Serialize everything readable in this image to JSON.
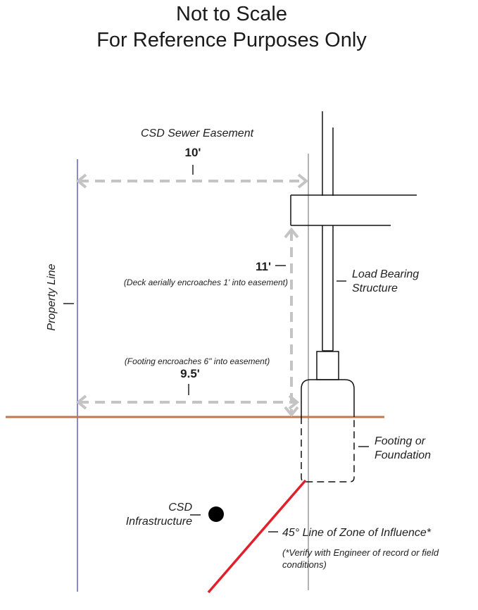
{
  "title": {
    "line1": "Not to Scale",
    "line2": "For Reference Purposes Only"
  },
  "labels": {
    "easement": "CSD Sewer Easement",
    "dim_top": "10'",
    "dim_vertical": "11'",
    "deck_note": "(Deck aerially encroaches 1' into easement)",
    "footing_note": "(Footing encroaches 6\" into easement)",
    "dim_bottom": "9.5'",
    "property_line": "Property Line",
    "load_bearing_1": "Load Bearing",
    "load_bearing_2": "Structure",
    "footing_1": "Footing or",
    "footing_2": "Foundation",
    "csd_infra_1": "CSD",
    "csd_infra_2": "Infrastructure",
    "zone_line": "45° Line of Zone of Influence*",
    "verify_1": "(*Verify with Engineer of record or field",
    "verify_2": "conditions)"
  },
  "colors": {
    "ground": "#c07850",
    "property_line": "#4a4aa8",
    "dimension": "#c4c4c4",
    "zone_line": "#e0202a",
    "structure": "#111111",
    "easement_edge": "#8a8a8a"
  }
}
